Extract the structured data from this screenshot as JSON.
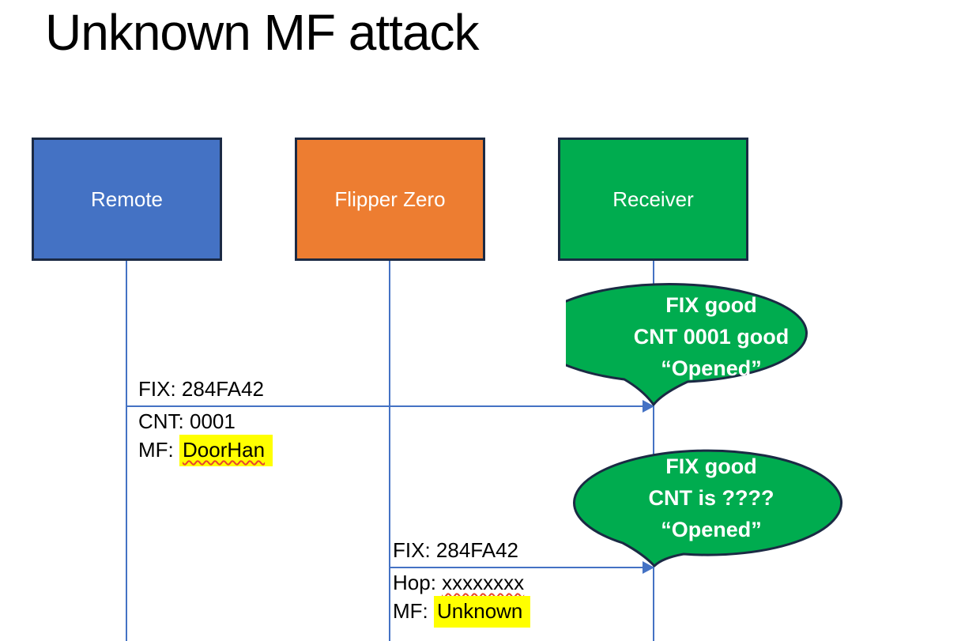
{
  "slide": {
    "title": "Unknown MF attack"
  },
  "actors": {
    "remote": {
      "label": "Remote",
      "fill": "#4472C4"
    },
    "flipper": {
      "label": "Flipper Zero",
      "fill": "#ED7D31"
    },
    "receiver": {
      "label": "Receiver",
      "fill": "#00AC4F"
    }
  },
  "messages": {
    "m1": {
      "from": "remote",
      "to": "receiver",
      "line1": "FIX: 284FA42",
      "line2": "CNT: 0001",
      "line3_prefix": "MF: ",
      "line3_highlighted": "DoorHan"
    },
    "m2": {
      "from": "flipper",
      "to": "receiver",
      "line1": "FIX: 284FA42",
      "line2_prefix": "Hop: ",
      "line2_misspelled": "xxxxxxxx",
      "line3_prefix": "MF: ",
      "line3_highlighted": "Unknown"
    }
  },
  "bubbles": {
    "b1": {
      "line1": "FIX good",
      "line2": "CNT 0001 good",
      "line3": "“Opened”"
    },
    "b2": {
      "line1": "FIX good",
      "line2": "CNT is ????",
      "line3": "“Opened”"
    }
  },
  "colors": {
    "actor_remote_fill": "#4472C4",
    "actor_flipper_fill": "#ED7D31",
    "actor_receiver_fill": "#00AC4F",
    "bubble_fill": "#00AC4F",
    "shape_border": "#1B2A44",
    "connector_blue": "#4472C4",
    "highlight_yellow": "#FFFF00",
    "squiggle_red": "#E8442E",
    "text_on_fill": "#FFFFFF",
    "title_text": "#000000"
  }
}
